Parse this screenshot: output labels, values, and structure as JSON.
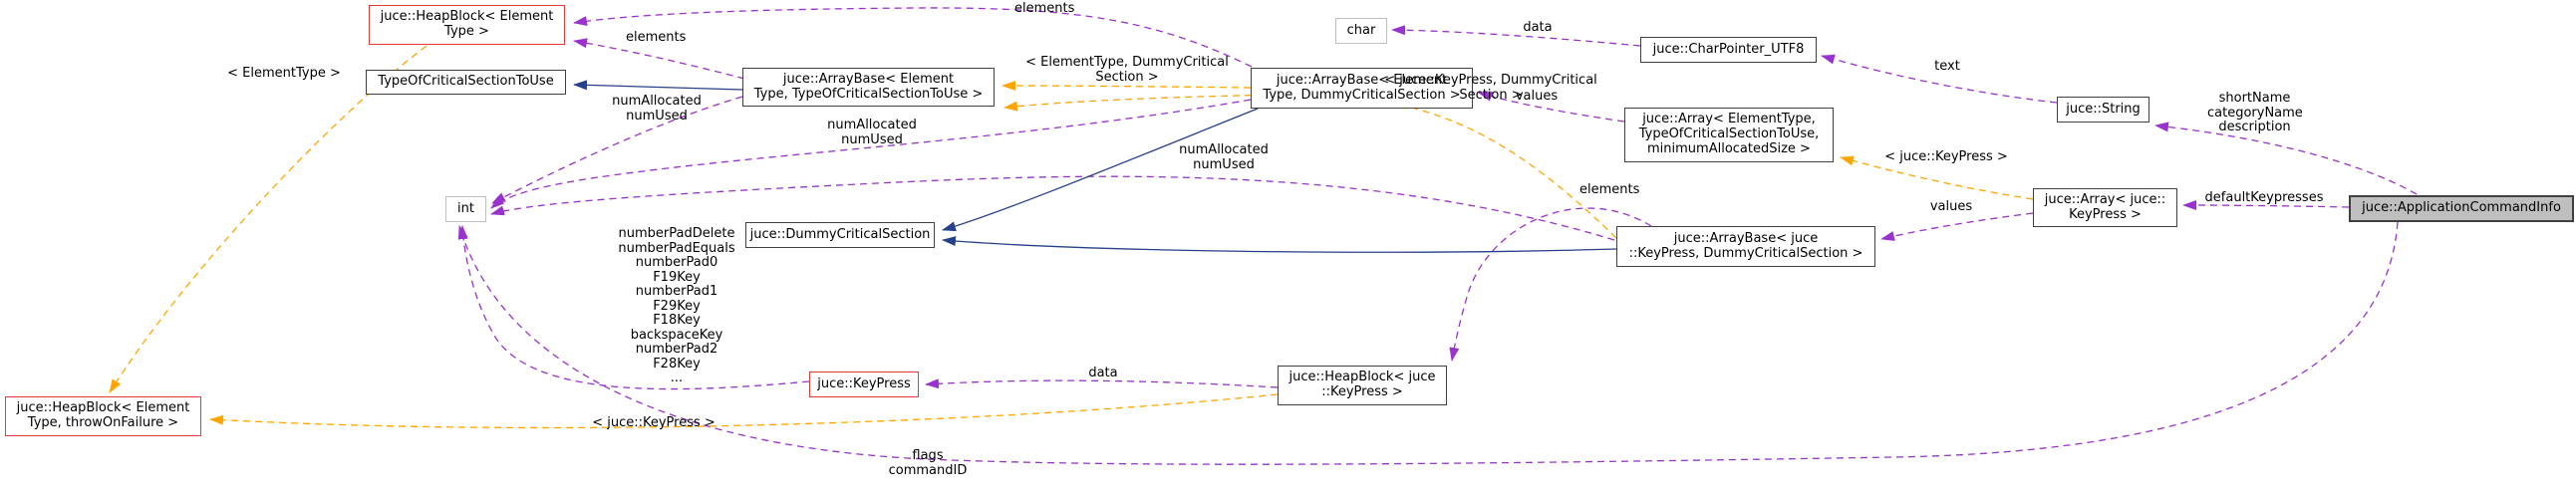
{
  "diagram": {
    "type": "doxygen-collaboration-graph",
    "focus_class": "juce::ApplicationCommandInfo",
    "colors": {
      "usage_edge": "#9a32cd",
      "template_edge": "#ffa500",
      "inheritance_edge": "#27408b",
      "node_border": "#404040",
      "node_border_truncated": "#e53935",
      "node_border_external": "#bfbfbf",
      "node_fill": "#ffffff",
      "focus_node_fill": "#bfbfbf"
    },
    "nodes": {
      "heapblock_element": {
        "text": "juce::HeapBlock< Element\nType >"
      },
      "type_of_critical_section": {
        "text": "TypeOfCriticalSectionToUse"
      },
      "arraybase_generic": {
        "text": "juce::ArrayBase< Element\nType, TypeOfCriticalSectionToUse >"
      },
      "char_type": {
        "text": "char"
      },
      "arraybase_dummy": {
        "text": "juce::ArrayBase< Element\nType, DummyCriticalSection >"
      },
      "charpointer_utf8": {
        "text": "juce::CharPointer_UTF8"
      },
      "string": {
        "text": "juce::String"
      },
      "array_generic": {
        "text": "juce::Array< ElementType,\nTypeOfCriticalSectionToUse,\nminimumAllocatedSize >"
      },
      "array_keypress": {
        "text": "juce::Array< juce::\nKeyPress >"
      },
      "application_command_info": {
        "text": "juce::ApplicationCommandInfo"
      },
      "int_type": {
        "text": "int"
      },
      "dummy_critical_section": {
        "text": "juce::DummyCriticalSection"
      },
      "arraybase_keypress": {
        "text": "juce::ArrayBase< juce\n::KeyPress, DummyCriticalSection >"
      },
      "keypress": {
        "text": "juce::KeyPress"
      },
      "heapblock_keypress": {
        "text": "juce::HeapBlock< juce\n::KeyPress >"
      },
      "heapblock_throw": {
        "text": "juce::HeapBlock< Element\nType, throwOnFailure >"
      }
    },
    "labels": {
      "element_type_arg": "< ElementType >",
      "elements_left": "elements",
      "elements_top": "elements",
      "elements_keypress": "elements",
      "num_allocated_used_left": "numAllocated\nnumUsed",
      "num_allocated_used_mid": "numAllocated\nnumUsed",
      "num_allocated_used_right": "numAllocated\nnumUsed",
      "elementtype_dummy_args": "< ElementType, DummyCritical\nSection >",
      "keypress_dummy_args": "< juce::KeyPress, DummyCritical\nSection >",
      "keypress_arg_top": "< juce::KeyPress >",
      "keypress_arg_bottom": "< juce::KeyPress >",
      "data_top": "data",
      "data_bottom": "data",
      "values_top": "values",
      "values_bottom": "values",
      "text_member": "text",
      "string_members": "shortName\ncategoryName\ndescription",
      "default_keypresses": "defaultKeypresses",
      "keypress_constants": "numberPadDelete\nnumberPadEquals\nnumberPad0\nF19Key\nnumberPad1\nF29Key\nF18Key\nbackspaceKey\nnumberPad2\nF28Key\n...",
      "info_members": "flags\ncommandID"
    }
  }
}
